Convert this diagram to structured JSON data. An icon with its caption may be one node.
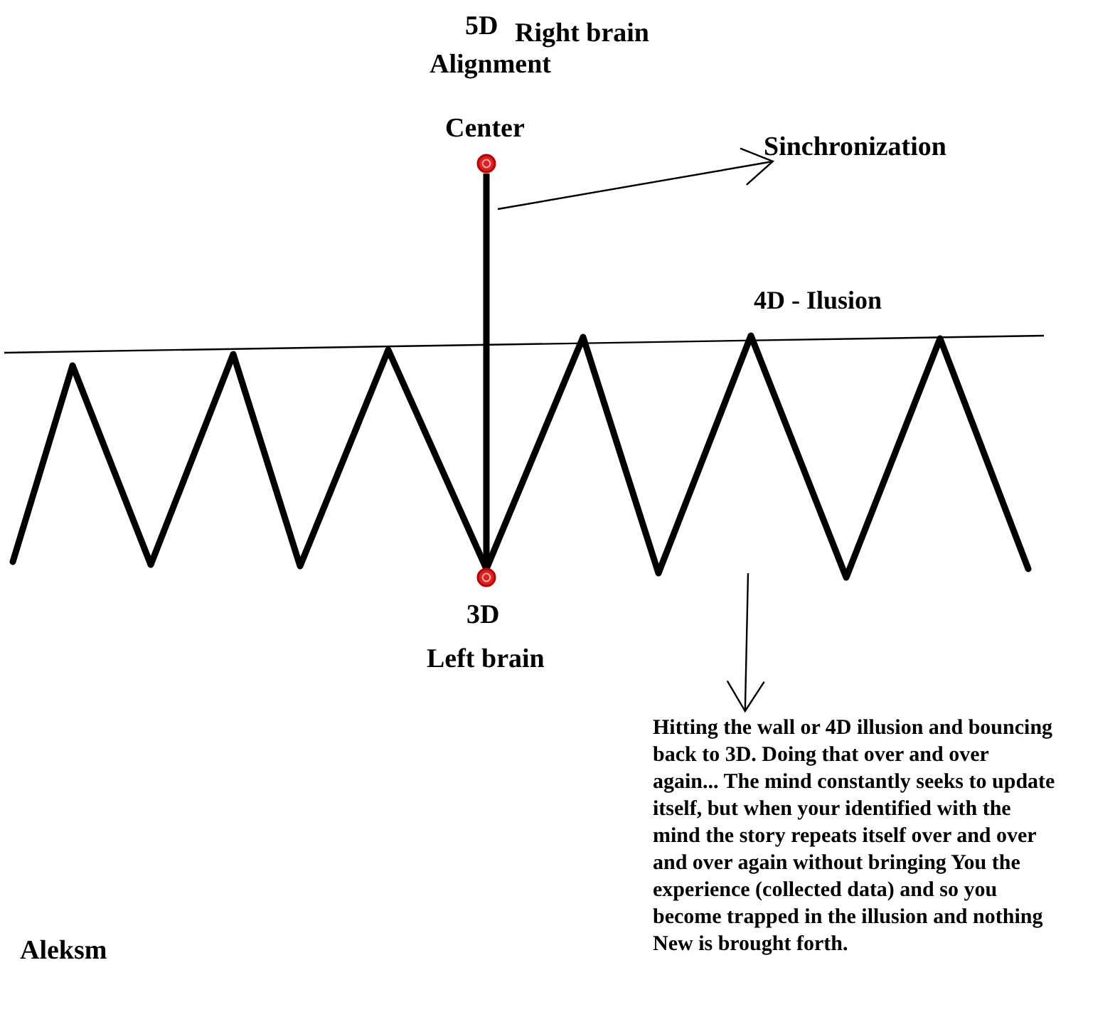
{
  "diagram": {
    "nodes": [
      {
        "text": [],
        "shape": "circle",
        "beside": [
          "Center"
        ]
      },
      {
        "text": [
          "Sinchronization"
        ]
      },
      {
        "text": [],
        "shape": "circle",
        "beside": [
          "3D",
          "Left brain"
        ]
      },
      {
        "text": [
          "Hitting the wall or 4D illusion and bouncing back to 3D. Doing that over and over again... The mind constantly seeks to update itself, but when your identified with the mind the story repeats itself over and over and over again without bringing You the experience (collected data) and so you become trapped in the illusion and nothing New is brought forth."
        ]
      }
    ],
    "edges": [
      {
        "from": 0,
        "to": 2,
        "arrow": "none",
        "style": "thick"
      },
      {
        "from": null,
        "to": 1,
        "arrow": "to"
      },
      {
        "from": null,
        "to": 3,
        "arrow": "to"
      }
    ],
    "labels": [
      "5D",
      "Right brain",
      "Alignment",
      "4D - Ilusion",
      "Aleksm"
    ]
  }
}
